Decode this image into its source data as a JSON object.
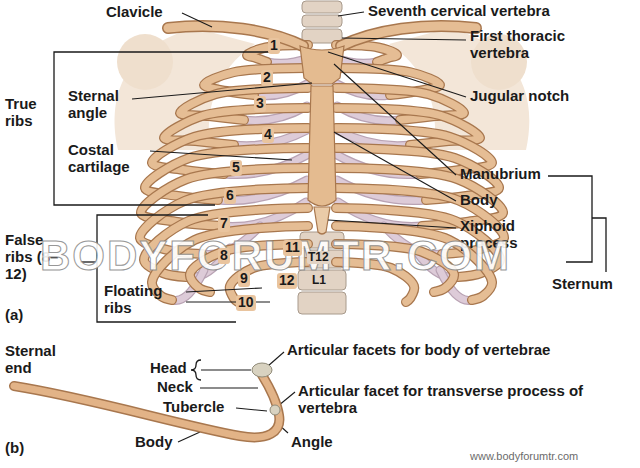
{
  "diagram": {
    "labels": [
      "Clavicle",
      "Seventh cervical vertebra",
      "First thoracic vertebra",
      "Jugular notch",
      "True ribs",
      "Sternal angle",
      "Costal cartilage",
      "1",
      "2",
      "3",
      "4",
      "5",
      "6",
      "7",
      "False ribs (8–12)",
      "8",
      "9",
      "10",
      "11",
      "12",
      "Floating ribs",
      "T12",
      "L1",
      "Manubrium",
      "Body",
      "Xiphoid process",
      "Sternum",
      "(a)",
      "BODYFORUMTR.COM",
      "Sternal end",
      "Head",
      "Neck",
      "Tubercle",
      "Body",
      "Angle",
      "Articular facets for body of vertebrae",
      "Articular facet for transverse process of vertebra",
      "(b)",
      "www.bodyforumtr.com"
    ]
  }
}
